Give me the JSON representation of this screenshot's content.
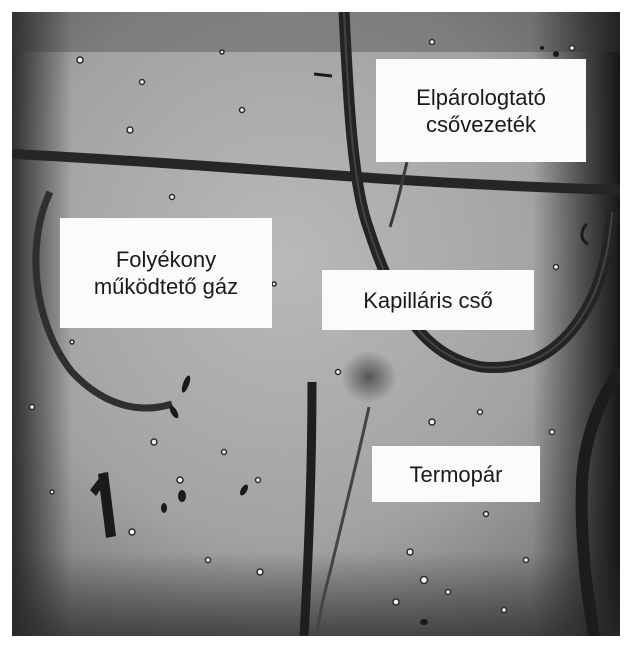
{
  "photo": {
    "description_icon": "microscope-photo-of-fluid-cell"
  },
  "labels": {
    "evaporator": {
      "line1": "Elpárologtató",
      "line2": "csővezeték"
    },
    "liquid_gas": {
      "line1": "Folyékony",
      "line2": "működtető gáz"
    },
    "capillary": {
      "line1": "Kapilláris cső"
    },
    "thermocouple": {
      "line1": "Termopár"
    },
    "marker": "1"
  },
  "colors": {
    "background": "#9a9a9a",
    "tube": "#2b2b2b",
    "label_bg": "#fbfbfb"
  }
}
